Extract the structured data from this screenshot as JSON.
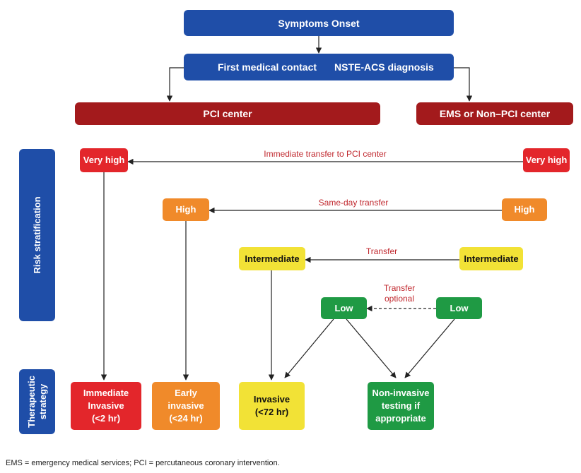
{
  "top": {
    "symptoms_onset": "Symptoms Onset",
    "first_contact": "First medical contact",
    "diagnosis": "NSTE-ACS diagnosis"
  },
  "centers": {
    "pci": "PCI center",
    "ems": "EMS or Non–PCI center"
  },
  "side_labels": {
    "risk": "Risk stratification",
    "therapeutic_line1": "Therapeutic",
    "therapeutic_line2": "strategy"
  },
  "risk_pci": {
    "very_high": "Very high",
    "high": "High",
    "intermediate": "Intermediate",
    "low": "Low"
  },
  "risk_ems": {
    "very_high": "Very high",
    "high": "High",
    "intermediate": "Intermediate",
    "low": "Low"
  },
  "transfers": {
    "immediate": "Immediate transfer to PCI center",
    "same_day": "Same-day transfer",
    "transfer": "Transfer",
    "optional_line1": "Transfer",
    "optional_line2": "optional"
  },
  "strategies": {
    "immediate": [
      "Immediate",
      "Invasive",
      "(<2 hr)"
    ],
    "early": [
      "Early",
      "invasive",
      "(<24 hr)"
    ],
    "invasive": [
      "Invasive",
      "(<72 hr)"
    ],
    "noninvasive": [
      "Non-invasive",
      "testing if",
      "appropriate"
    ]
  },
  "footnote": "EMS = emergency medical services; PCI = percutaneous coronary intervention.",
  "colors": {
    "blue": "#1f4ea8",
    "dark_red": "#a31a1c",
    "very_high": "#e3262b",
    "high": "#f08a2a",
    "intermediate": "#f2e236",
    "low": "#1f9a44",
    "transfer_text": "#c0272d"
  }
}
